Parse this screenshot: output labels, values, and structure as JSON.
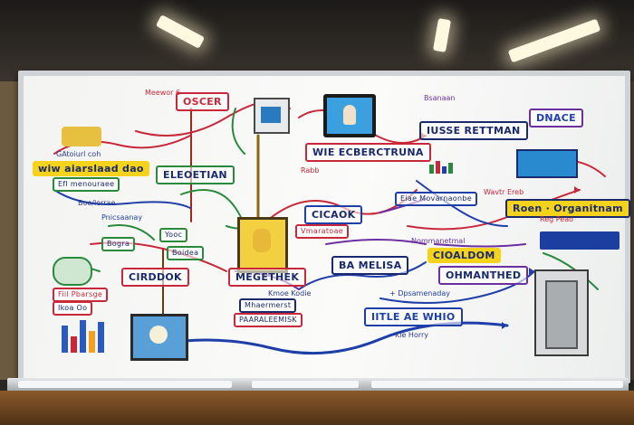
{
  "board": {
    "labels": {
      "oscer": "OSCER",
      "wie_ecb": "WIE ECBERCTRUNA",
      "usse_rettman": "IUSSE RETTMAN",
      "dnace": "DNACE",
      "eleoetian": "ELEOETIAN",
      "cicaok": "CICAOK",
      "boen_orgaitnam": "Roen · Organitnam",
      "cioaldom": "CIOALDOM",
      "ba_melisa": "BA MELISA",
      "ohmanthed": "OHMANTHED",
      "cirddok": "CIRDDOK",
      "megethek": "MEGETHEK",
      "iitle_ae_whio": "IITLE AE WHIO",
      "fiil_pbarsge": "Fiil Pbarsge",
      "yooc": "Yooc",
      "boidea": "Boidea",
      "paaraleemisk": "PAARALEEMISK",
      "mhaermerst": "Mhaermerst",
      "ilson_oo": "Ikoa Oo",
      "dpsamenaday": "+ Dpsamenaday"
    },
    "notes": {
      "n1": "wiw aiarslaad dao",
      "n2": "Efl menouraee",
      "n3": "Rabb",
      "n4": "Bogra",
      "n5": "Eiae Movarnaonbe",
      "n6": "Vmaratoae",
      "n7": "Boo/lerrae",
      "n8": "Wavtr Ereb",
      "n9": "Kmoe Kodie",
      "n10": "Kle Horry",
      "n11": "Nommanetmal",
      "n12": "Reg Peao",
      "n13": "Pnicsaanay",
      "n14": "GAtoiurl coh",
      "n15": "Bsanaan",
      "n16": "Meewor 6"
    }
  },
  "colors": {
    "red": "#c8283a",
    "blue": "#1f3fa8",
    "green": "#2a8a3c",
    "yellow": "#f5d21c",
    "purple": "#6b2fa0",
    "navy": "#1a2a6c"
  }
}
